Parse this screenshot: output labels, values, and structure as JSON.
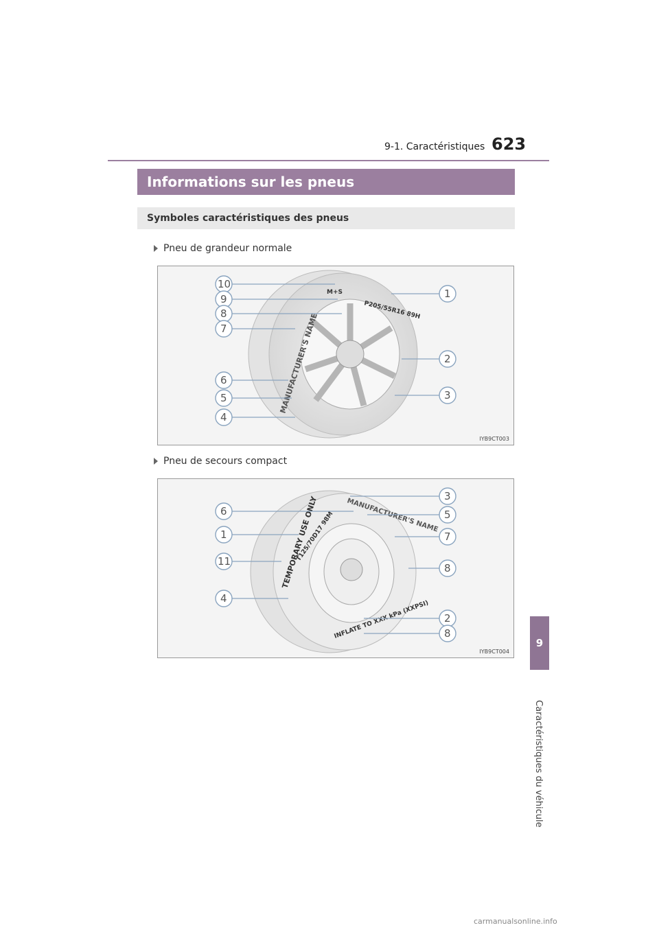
{
  "header": {
    "section": "9-1. Caractéristiques",
    "page_number": "623"
  },
  "side_tab": {
    "chapter_number": "9",
    "chapter_title": "Caractéristiques du véhicule"
  },
  "title": "Informations sur les pneus",
  "subtitle": "Symboles caractéristiques des pneus",
  "sections": [
    {
      "label": "Pneu de grandeur normale",
      "figure_code": "IYB9CT003",
      "callouts_left": [
        "10",
        "9",
        "8",
        "7",
        "6",
        "5",
        "4"
      ],
      "callouts_right": [
        "1",
        "2",
        "3"
      ],
      "tire_text": {
        "size": "P205/55R16 89H",
        "ms": "M+S",
        "maker": "MANUFACTURER'S NAME"
      }
    },
    {
      "label": "Pneu de secours compact",
      "figure_code": "IYB9CT004",
      "callouts_left": [
        "6",
        "1",
        "11",
        "4"
      ],
      "callouts_right": [
        "3",
        "5",
        "7",
        "8",
        "2",
        "8"
      ],
      "tire_text": {
        "temp": "TEMPORARY USE ONLY",
        "size": "T125/70D17 98M",
        "maker": "MANUFACTURER'S NAME",
        "inflate": "INFLATE TO XXX kPa (XXPSI)"
      }
    }
  ],
  "footer": "carmanualsonline.info"
}
